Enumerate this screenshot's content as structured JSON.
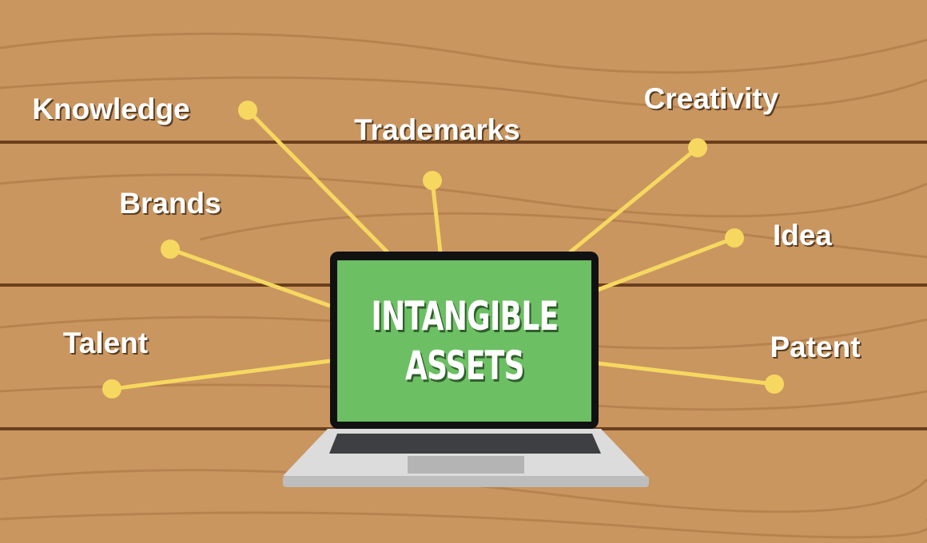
{
  "screen": {
    "line1": "INTANGIBLE",
    "line2": "ASSETS"
  },
  "labels": {
    "knowledge": "Knowledge",
    "trademarks": "Trademarks",
    "creativity": "Creativity",
    "brands": "Brands",
    "idea": "Idea",
    "talent": "Talent",
    "patent": "Patent"
  },
  "colors": {
    "wood": "#c99660",
    "plank_line": "#6b3f1d",
    "connector": "#f6d860",
    "screen": "#6cbf63",
    "bezel": "#111111",
    "laptop_body": "#dcdcdc"
  }
}
